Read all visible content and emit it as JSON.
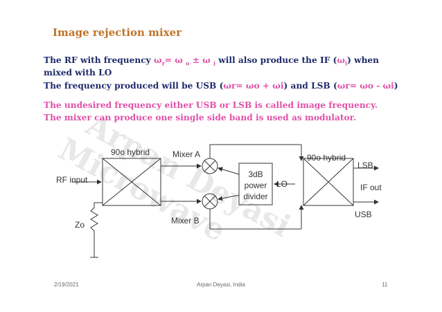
{
  "slide": {
    "title": "Image rejection mixer",
    "line1_a": "The RF with frequency ",
    "line1_sym": "ω",
    "line1_sub_r": "r",
    "line1_eq": "= ω ",
    "line1_sub_o": "o",
    "line1_pm": " ± ω ",
    "line1_sub_i": "i",
    "line1_b": " will also produce the IF (",
    "line1_sub_i2": "i",
    "line1_c": ") when",
    "line2": "mixed with LO",
    "line3_a": "The frequency produced will be USB (",
    "line3_usb_expr": "ωr= ωo + ωi",
    "line3_b": ") and LSB (",
    "line3_lsb_expr": "ωr= ωo - ωi",
    "line3_c": ")",
    "line4": "The undesired frequency either USB or LSB is called image frequency.",
    "line5": "The mixer can produce one single side band is used as modulator."
  },
  "watermark": {
    "line1": "Arpan Deyasi",
    "line2": "Microwave"
  },
  "diagram": {
    "hybrid_left": "90o hybrid",
    "hybrid_right": "90o hybrid",
    "mixer_a": "Mixer A",
    "mixer_b": "Mixer B",
    "divider_l1": "3dB",
    "divider_l2": "power",
    "divider_l3": "divider",
    "lo": "LO",
    "rf_input": "RF input",
    "z_o": "Zo",
    "lsb": "LSB",
    "if_out": "IF out",
    "usb": "USB"
  },
  "footer": {
    "date": "2/19/2021",
    "author": "Arpan Deyasi, India",
    "page": "11"
  }
}
